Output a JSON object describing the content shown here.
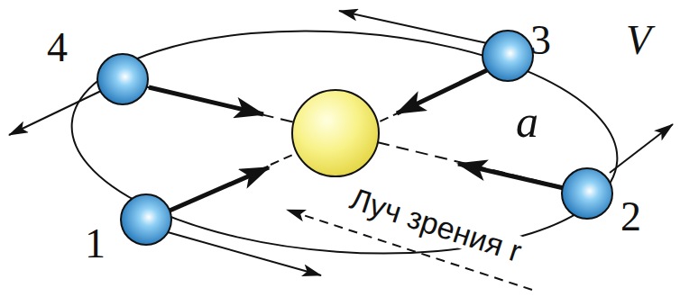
{
  "diagram": {
    "labels": [
      "4",
      "3",
      "2",
      "1",
      "V",
      "a",
      "Луч зрения r"
    ]
  }
}
